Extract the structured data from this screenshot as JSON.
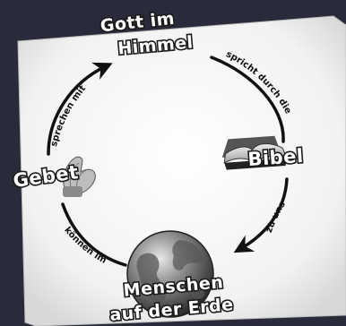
{
  "nodes": {
    "top": {
      "line1": "Gott im",
      "line2": "Himmel"
    },
    "right": {
      "label": "Bibel",
      "icon": "book-icon"
    },
    "bottom": {
      "line1": "Menschen",
      "line2": "auf der Erde",
      "icon": "globe-icon"
    },
    "left": {
      "label": "Gebet",
      "icon": "praying-hands-icon"
    }
  },
  "edges": {
    "top_to_right": "spricht durch die",
    "right_to_bottom": "zu uns",
    "bottom_to_left": "können im",
    "left_to_top": "sprechen mit"
  },
  "colors": {
    "background": "#2a2b3a",
    "card": "#f4f4f4",
    "arrow": "#111111",
    "label_fill": "#ffffff",
    "label_stroke": "#1a1a1a"
  }
}
